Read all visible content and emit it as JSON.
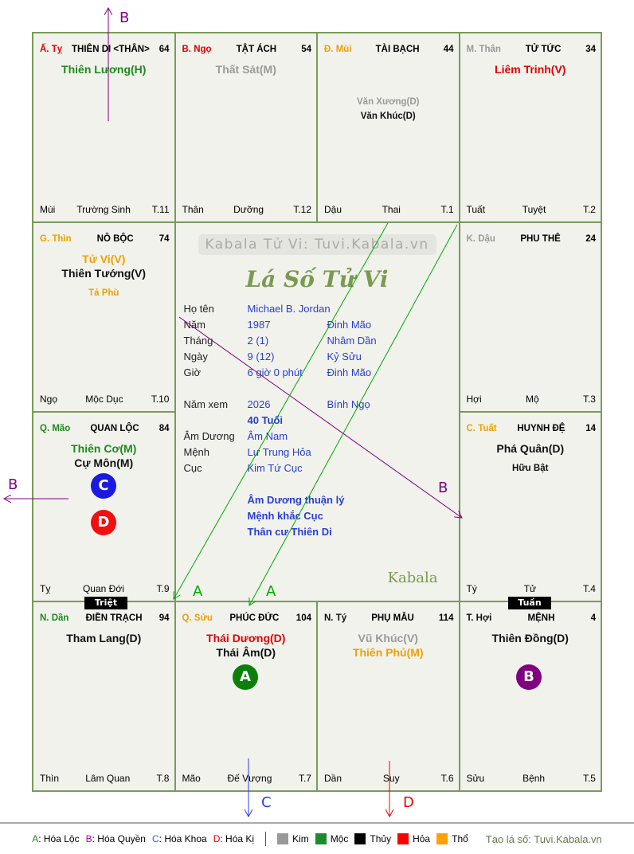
{
  "cells": [
    {
      "can": "Ấ. Tỵ",
      "canColor": "#e00000",
      "name": "THIÊN DI <THÂN>",
      "age": "64",
      "stars": [
        {
          "t": "Thiên Lương(H)",
          "c": "#1e8a1e"
        }
      ],
      "minor": [],
      "bl": "Mùi",
      "bm": "Trường Sinh",
      "br": "T.11"
    },
    {
      "can": "B. Ngọ",
      "canColor": "#e00000",
      "name": "TẬT ÁCH",
      "age": "54",
      "stars": [
        {
          "t": "Thất Sát(M)",
          "c": "#9a9a9a"
        }
      ],
      "minor": [],
      "bl": "Thân",
      "bm": "Dưỡng",
      "br": "T.12"
    },
    {
      "can": "Đ. Mùi",
      "canColor": "#f0a000",
      "name": "TÀI BẠCH",
      "age": "44",
      "stars": [],
      "minor": [
        {
          "t": "Văn Xương(D)",
          "c": "#9a9a9a"
        },
        {
          "t": "Văn Khúc(D)",
          "c": "#111"
        }
      ],
      "bl": "Dậu",
      "bm": "Thai",
      "br": "T.1"
    },
    {
      "can": "M. Thân",
      "canColor": "#9a9a9a",
      "name": "TỬ TỨC",
      "age": "34",
      "stars": [
        {
          "t": "Liêm Trinh(V)",
          "c": "#e00000"
        }
      ],
      "minor": [],
      "bl": "Tuất",
      "bm": "Tuyệt",
      "br": "T.2"
    },
    {
      "can": "G. Thìn",
      "canColor": "#f0a000",
      "name": "NÔ BỘC",
      "age": "74",
      "stars": [
        {
          "t": "Tử Vi(V)",
          "c": "#f0a000"
        },
        {
          "t": "Thiên Tướng(V)",
          "c": "#111"
        }
      ],
      "minor": [
        {
          "t": "Tả Phù",
          "c": "#f0a000"
        }
      ],
      "bl": "Ngọ",
      "bm": "Mộc Dục",
      "br": "T.10"
    },
    {
      "can": "K. Dậu",
      "canColor": "#9a9a9a",
      "name": "PHU THÊ",
      "age": "24",
      "stars": [],
      "minor": [],
      "bl": "Hợi",
      "bm": "Mộ",
      "br": "T.3"
    },
    {
      "can": "Q. Mão",
      "canColor": "#1e8a1e",
      "name": "QUAN LỘC",
      "age": "84",
      "stars": [
        {
          "t": "Thiên Cơ(M)",
          "c": "#1e8a1e"
        },
        {
          "t": "Cự Môn(M)",
          "c": "#111"
        }
      ],
      "minor": [],
      "bl": "Tỵ",
      "bm": "Quan Đới",
      "br": "T.9"
    },
    {
      "can": "C. Tuất",
      "canColor": "#f0a000",
      "name": "HUYNH ĐỆ",
      "age": "14",
      "stars": [
        {
          "t": "Phá Quân(D)",
          "c": "#111"
        }
      ],
      "minor": [
        {
          "t": "Hữu Bật",
          "c": "#111"
        }
      ],
      "bl": "Tý",
      "bm": "Tử",
      "br": "T.4"
    },
    {
      "can": "N. Dần",
      "canColor": "#1e8a1e",
      "name": "ĐIỀN TRẠCH",
      "age": "94",
      "stars": [
        {
          "t": "Tham Lang(D)",
          "c": "#111"
        }
      ],
      "minor": [],
      "bl": "Thìn",
      "bm": "Lâm Quan",
      "br": "T.8"
    },
    {
      "can": "Q. Sửu",
      "canColor": "#f0a000",
      "name": "PHÚC ĐỨC",
      "age": "104",
      "stars": [
        {
          "t": "Thái Dương(D)",
          "c": "#e00000"
        },
        {
          "t": "Thái Âm(D)",
          "c": "#111"
        }
      ],
      "minor": [],
      "bl": "Mão",
      "bm": "Đế Vượng",
      "br": "T.7"
    },
    {
      "can": "N. Tý",
      "canColor": "#111",
      "name": "PHỤ MẪU",
      "age": "114",
      "stars": [
        {
          "t": "Vũ Khúc(V)",
          "c": "#9a9a9a"
        },
        {
          "t": "Thiên Phủ(M)",
          "c": "#f0a000"
        }
      ],
      "minor": [],
      "bl": "Dần",
      "bm": "Suy",
      "br": "T.6"
    },
    {
      "can": "T. Hợi",
      "canColor": "#111",
      "name": "MỆNH",
      "age": "4",
      "stars": [
        {
          "t": "Thiên Đồng(D)",
          "c": "#111"
        }
      ],
      "minor": [],
      "bl": "Sửu",
      "bm": "Bệnh",
      "br": "T.5"
    }
  ],
  "center": {
    "watermark": "Kabala Tử Vi: Tuvi.Kabala.vn",
    "title": "Lá Số Tử Vi",
    "rows": [
      {
        "l": "Họ tên",
        "v": "Michael B. Jordan",
        "v2": ""
      },
      {
        "l": "Năm",
        "v": "1987",
        "v2": "Đinh Mão"
      },
      {
        "l": "Tháng",
        "v": "2  (1)",
        "v2": "Nhâm Dần"
      },
      {
        "l": "Ngày",
        "v": "9  (12)",
        "v2": "Kỷ Sửu"
      },
      {
        "l": "Giờ",
        "v": "6 giờ 0 phút",
        "v2": "Đinh Mão"
      }
    ],
    "rows2": [
      {
        "l": "Năm xem",
        "v": "2026",
        "v2": "Bính Ngọ"
      },
      {
        "l": "",
        "v": "40 Tuổi",
        "v2": ""
      },
      {
        "l": "Âm Dương",
        "v": "Âm Nam",
        "v2": ""
      },
      {
        "l": "Mệnh",
        "v": "Lư Trung Hỏa",
        "v2": ""
      },
      {
        "l": "Cục",
        "v": "Kim Tứ Cục",
        "v2": ""
      }
    ],
    "notes": [
      "Âm Dương thuận lý",
      "Mệnh khắc Cục",
      "Thân cư Thiên Di"
    ],
    "logo": "Kabala"
  },
  "markers": {
    "C": "C",
    "D": "D",
    "A": "A",
    "B": "B",
    "triet": "Triệt",
    "tuan": "Tuần"
  },
  "arrows": {
    "A1": "A",
    "A2": "A",
    "B1": "B",
    "B2": "B",
    "B3": "B",
    "C": "C",
    "D": "D"
  },
  "footer": {
    "legend": [
      {
        "k": "A",
        "t": ": Hóa Lộc",
        "c": "#1e8a1e"
      },
      {
        "k": "B",
        "t": ": Hóa Quyền",
        "c": "#c000c0"
      },
      {
        "k": "C",
        "t": ": Hóa Khoa",
        "c": "#2a5ef0"
      },
      {
        "k": "D",
        "t": ": Hóa Kị",
        "c": "#e00000"
      }
    ],
    "elements": [
      {
        "t": "Kim",
        "c": "#999999"
      },
      {
        "t": "Mộc",
        "c": "#1e8a2e"
      },
      {
        "t": "Thủy",
        "c": "#000000"
      },
      {
        "t": "Hỏa",
        "c": "#ff0000"
      },
      {
        "t": "Thổ",
        "c": "#ffa000"
      }
    ],
    "credit": "Tạo lá số: Tuvi.Kabala.vn"
  }
}
